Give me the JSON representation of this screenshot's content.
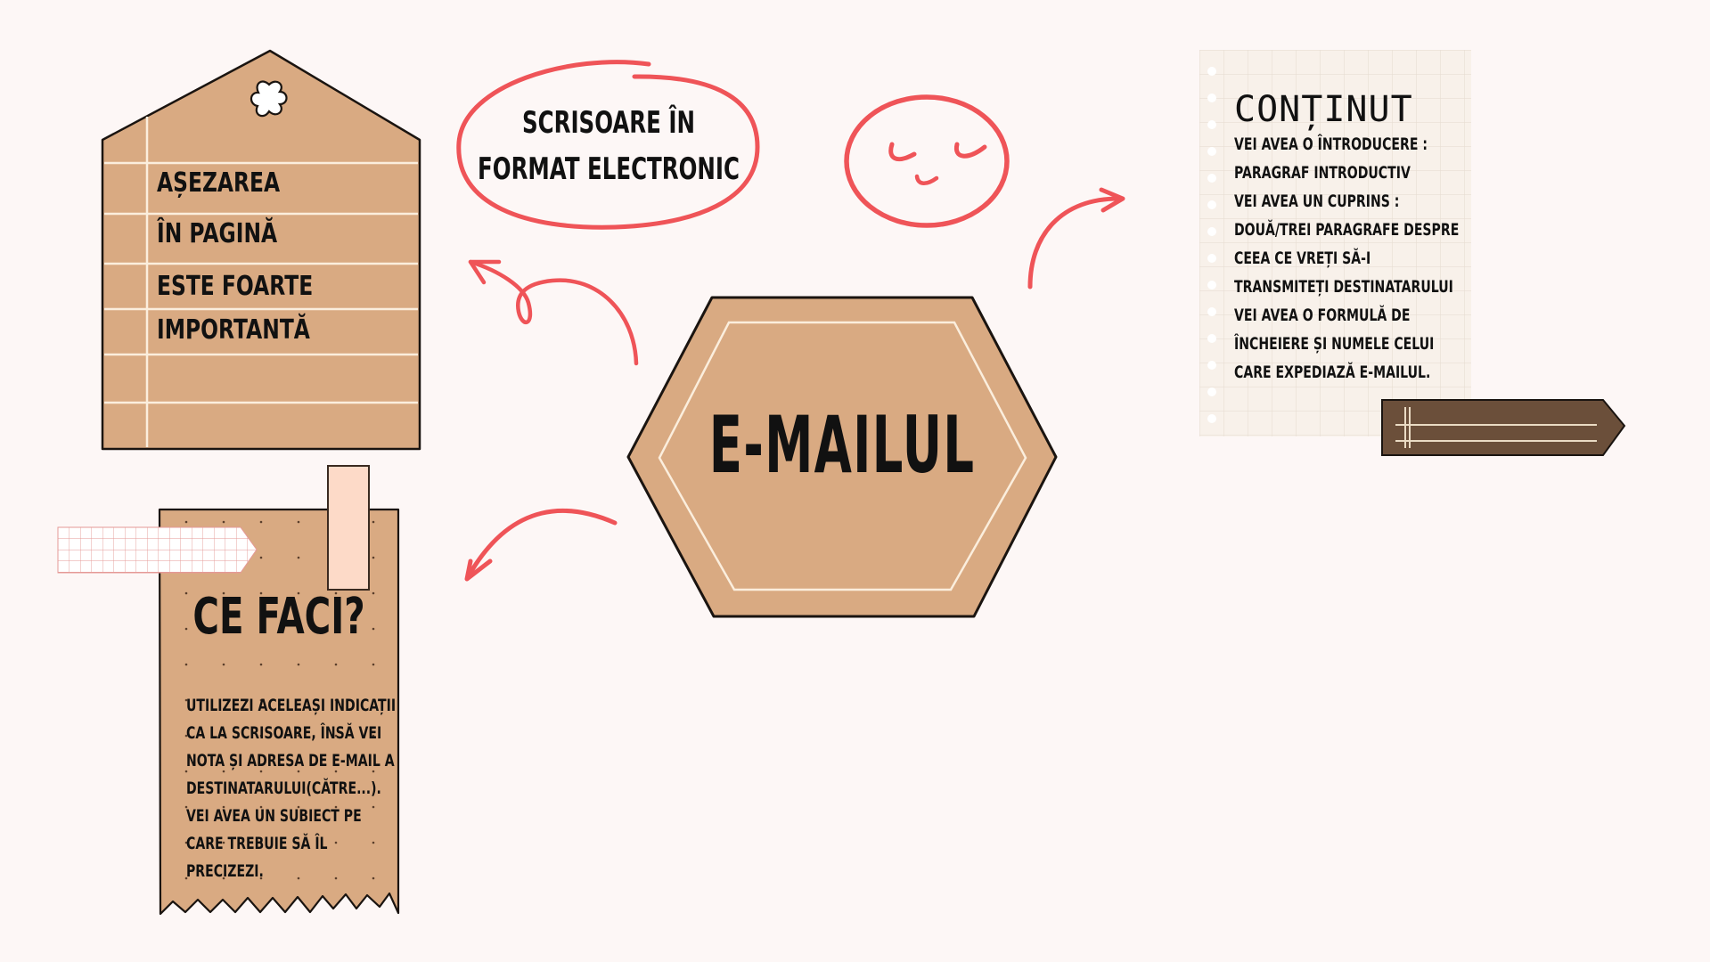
{
  "colors": {
    "background": "#fdf7f6",
    "kraft": "#d9aa82",
    "kraft_line": "#fbeedd",
    "outline": "#1a1410",
    "accent_red": "#ef5458",
    "notepad_bg": "#f8f1ea",
    "notepad_grid": "#e8ddd3",
    "label_brown": "#6b4f3a",
    "tape_pink": "#fddac8",
    "grid_tape_line": "#e59a97"
  },
  "center": {
    "title": "E-MAILUL"
  },
  "house_card": {
    "lines": [
      "AȘEZAREA",
      "ÎN PAGINĂ",
      "ESTE FOARTE",
      "IMPORTANTĂ"
    ],
    "icon": "flower-icon"
  },
  "bubble": {
    "lines": [
      "SCRISOARE ÎN",
      "FORMAT ELECTRONIC"
    ]
  },
  "face": {
    "icon": "sleepy-face-icon"
  },
  "notepad": {
    "title": "CONȚINUT",
    "lines": [
      "VEI AVEA O ÎNTRODUCERE :",
      "PARAGRAF INTRODUCTIV",
      "VEI AVEA UN CUPRINS :",
      "DOUĂ/TREI PARAGRAFE DESPRE",
      "CEEA CE VREȚI SĂ-I",
      "TRANSMITEȚI DESTINATARULUI",
      "VEI AVEA O FORMULĂ DE",
      "ÎNCHEIERE ȘI NUMELE CELUI",
      "CARE EXPEDIAZĂ E-MAILUL."
    ]
  },
  "receipt": {
    "title": "CE FACI?",
    "lines": [
      "UTILIZEZI ACELEAȘI INDICAții",
      "CA LA SCRISOARE, ÎNSĂ VEI",
      "NOTA ȘI ADRESA DE E-MAIL A",
      "DESTINATARULUI(CĂTRE...).",
      "VEI AVEA UN SUBIECT PE",
      "CARE TREBUIE SĂ ÎL",
      "PRECIZEZI."
    ]
  },
  "arrows": [
    {
      "name": "arrow-to-bubble",
      "direction": "up-left"
    },
    {
      "name": "arrow-to-notepad",
      "direction": "up-right"
    },
    {
      "name": "arrow-to-receipt",
      "direction": "down-left"
    }
  ]
}
